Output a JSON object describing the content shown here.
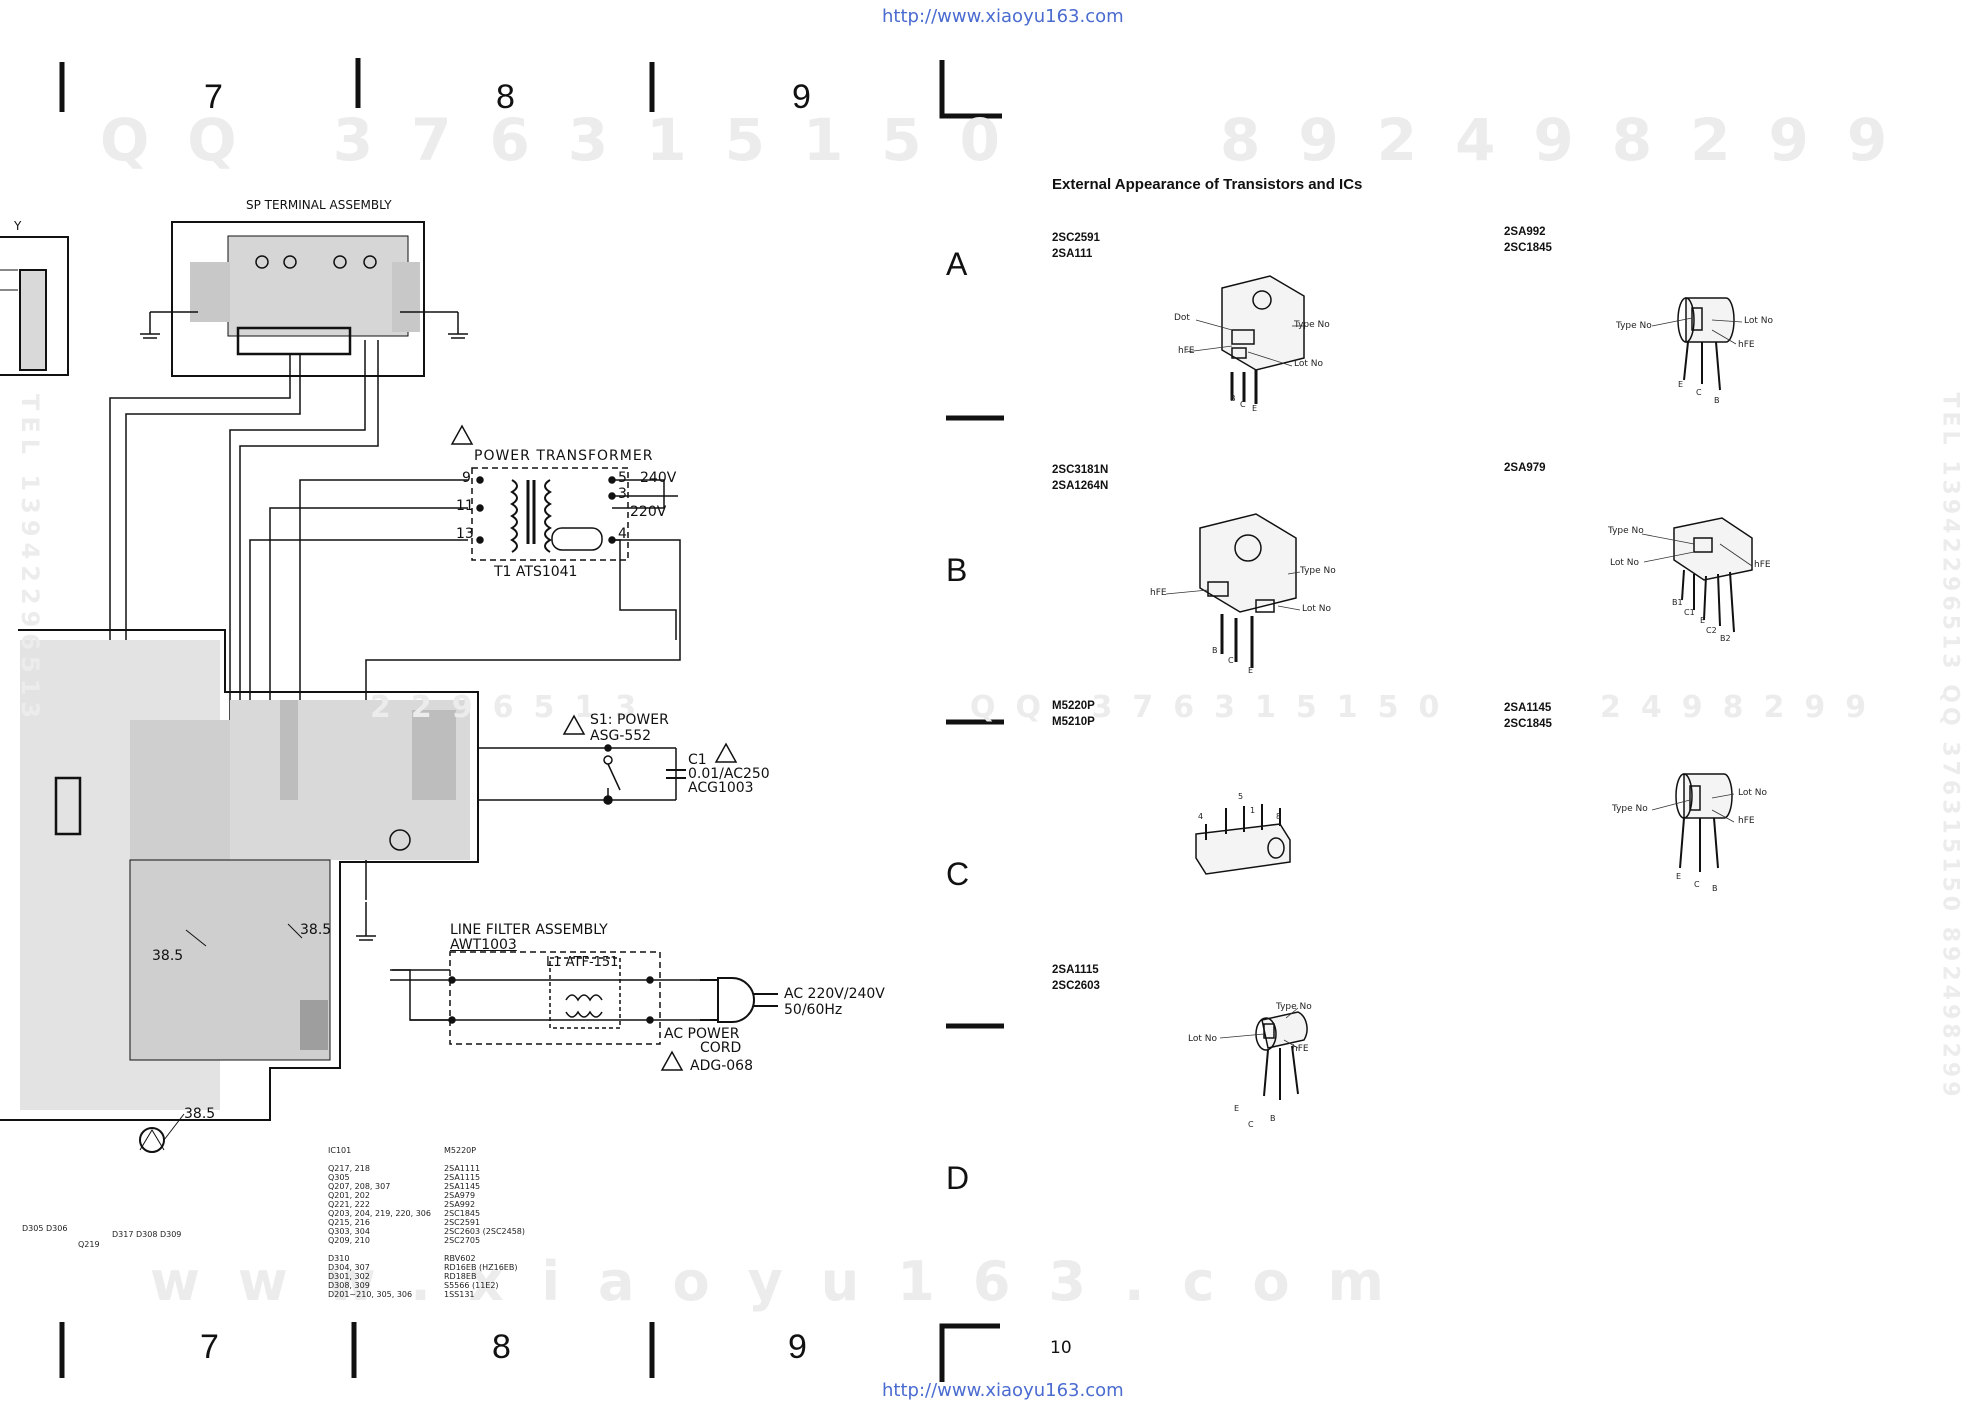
{
  "page": {
    "url_top": "http://www.xiaoyu163.com",
    "url_bottom": "http://www.xiaoyu163.com",
    "page_number": "10",
    "column_numbers": [
      "7",
      "8",
      "9"
    ],
    "row_letters": [
      "A",
      "B",
      "C",
      "D"
    ],
    "watermarks": [
      "QQ 376315150",
      "892498299",
      "www.xiaoyu163.com",
      "QQ 376315150",
      "2296513",
      "2498299",
      "TEL 13942296513",
      "TEL 13942296513 QQ 376315150 892498299"
    ]
  },
  "schematic": {
    "sp_terminal_title": "SP TERMINAL ASSEMBLY",
    "left_partial_label": "Y",
    "transformer_title": "POWER TRANSFORMER",
    "transformer_part": "T1  ATS1041",
    "transformer_pins": [
      "9",
      "11",
      "13",
      "5",
      "3",
      "4"
    ],
    "voltage_240": "240V",
    "voltage_220": "220V",
    "switch_label": "S1: POWER",
    "switch_part": "ASG-552",
    "cap_label": "C1",
    "cap_value": "0.01/AC250",
    "cap_part": "ACG1003",
    "line_filter_title": "LINE FILTER ASSEMBLY",
    "line_filter_part": "AWT1003",
    "filter_inductor": "L1 ATF-151",
    "ac_input_line1": "AC 220V/240V",
    "ac_input_line2": "50/60Hz",
    "power_cord_line1": "AC POWER",
    "power_cord_line2": "CORD",
    "power_cord_part": "ADG-068",
    "voltage_points": [
      "38.5",
      "38.5",
      "38.5"
    ],
    "bottom_refs": [
      "D305 D306",
      "D317 D308 D309",
      "Q219"
    ],
    "legend_left": "IC101\n\nQ217, 218\nQ305\nQ207, 208, 307\nQ201, 202\nQ221, 222\nQ203, 204, 219, 220, 306\nQ215, 216\nQ303, 304\nQ209, 210\n\nD310\nD304, 307\nD301, 302\nD308, 309\nD201~210, 305, 306",
    "legend_right": "M5220P\n\n2SA1111\n2SA1115\n2SA1145\n2SA979\n2SA992\n2SC1845\n2SC2591\n2SC2603 (2SC2458)\n2SC2705\n\nRBV602\nRD16EB (HZ16EB)\nRD18EB\nS5566 (11E2)\n1SS131"
  },
  "appearance": {
    "title": "External Appearance of Transistors and ICs",
    "groups": [
      {
        "parts": [
          "2SC2591",
          "2SA111"
        ],
        "labels": [
          "Dot",
          "Type No",
          "hFE",
          "Lot No"
        ],
        "pins": [
          "B",
          "C",
          "E"
        ]
      },
      {
        "parts": [
          "2SA992",
          "2SC1845"
        ],
        "labels": [
          "Type No",
          "Lot No",
          "hFE"
        ],
        "pins": [
          "E",
          "C",
          "B"
        ]
      },
      {
        "parts": [
          "2SC3181N",
          "2SA1264N"
        ],
        "labels": [
          "Type No",
          "hFE",
          "Lot No"
        ],
        "pins": [
          "B",
          "C",
          "E"
        ]
      },
      {
        "parts": [
          "2SA979"
        ],
        "labels": [
          "Type No",
          "Lot No",
          "hFE"
        ],
        "pins": [
          "B1",
          "C1",
          "E",
          "C2",
          "B2"
        ]
      },
      {
        "parts": [
          "M5220P",
          "M5210P"
        ],
        "labels": [],
        "pins": [
          "4",
          "5",
          "1",
          "8"
        ]
      },
      {
        "parts": [
          "2SA1145",
          "2SC1845"
        ],
        "labels": [
          "Type No",
          "Lot No",
          "hFE"
        ],
        "pins": [
          "E",
          "C",
          "B"
        ]
      },
      {
        "parts": [
          "2SA1115",
          "2SC2603"
        ],
        "labels": [
          "Type No",
          "Lot No",
          "hFE"
        ],
        "pins": [
          "E",
          "C",
          "B"
        ]
      }
    ]
  }
}
